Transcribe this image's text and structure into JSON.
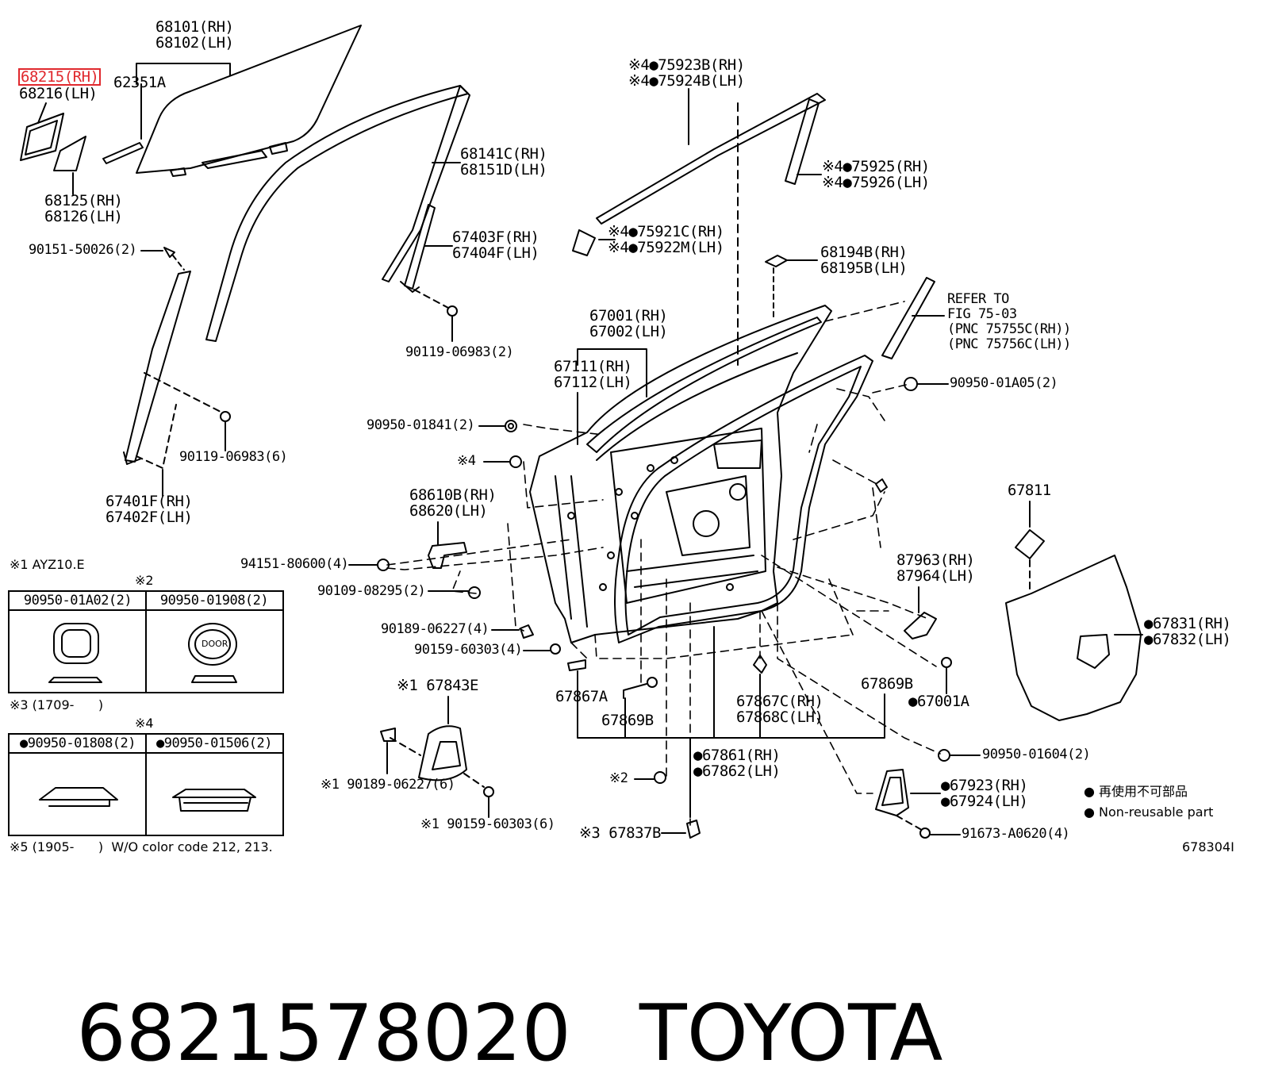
{
  "windowGlass": {
    "partRH": "68101(RH)",
    "partLH": "68102(LH)"
  },
  "partitionGlass": {
    "partRH": "68215(RH)",
    "partLH": "68216(LH)",
    "highlightColor": "#e0282d"
  },
  "parts": {
    "p62351A": "62351A",
    "p68125": "68125(RH)",
    "p68126": "68126(LH)",
    "p90151": "90151-50026(2)",
    "p68141": "68141C(RH)",
    "p68151": "68151D(LH)",
    "p67403": "67403F(RH)",
    "p67404": "67404F(LH)",
    "p90119a": "90119-06983(2)",
    "p90119b": "90119-06983(6)",
    "p67401": "67401F(RH)",
    "p67402": "67402F(LH)",
    "p75923": "※4●75923B(RH)",
    "p75924": "※4●75924B(LH)",
    "p75925": "※4●75925(RH)",
    "p75926": "※4●75926(LH)",
    "p75921": "※4●75921C(RH)",
    "p75922": "※4●75922M(LH)",
    "p68194": "68194B(RH)",
    "p68195": "68195B(LH)",
    "refer1": "REFER TO",
    "refer2": "FIG 75-03",
    "refer3": "(PNC 75755C(RH))",
    "refer4": "(PNC 75756C(LH))",
    "p67001": "67001(RH)",
    "p67002": "67002(LH)",
    "p67111": "67111(RH)",
    "p67112": "67112(LH)",
    "p90950a05": "90950-01A05(2)",
    "p90950841": "90950-01841(2)",
    "x4": "※4",
    "p68610": "68610B(RH)",
    "p68620": "68620(LH)",
    "p67811": "67811",
    "p94151": "94151-80600(4)",
    "p90109": "90109-08295(2)",
    "p87963": "87963(RH)",
    "p87964": "87964(LH)",
    "p67831": "●67831(RH)",
    "p67832": "●67832(LH)",
    "p90189": "90189-06227(4)",
    "p90159": "90159-60303(4)",
    "p67843": "※1 67843E",
    "p67867A": "67867A",
    "p67869Ba": "67869B",
    "p67869Bb": "67869B",
    "p67867C": "67867C(RH)",
    "p67868C": "67868C(LH)",
    "p67001A": "●67001A",
    "p67861": "●67861(RH)",
    "p67862": "●67862(LH)",
    "p90950604": "90950-01604(2)",
    "x2": "※2",
    "p90189b": "※1 90189-06227(6)",
    "p90159b": "※1 90159-60303(6)",
    "p67837": "※3 67837B",
    "p67923": "●67923(RH)",
    "p67924": "●67924(LH)",
    "p91673": "91673-A0620(4)"
  },
  "notes": {
    "n1": "※1 AYZ10.E",
    "n2": "※2",
    "n3": "※3 (1709-      )",
    "n4": "※4",
    "n5": "※5 (1905-      )  W/O color code 212, 213."
  },
  "table1": {
    "col1": "90950-01A02(2)",
    "col2": "90950-01908(2)",
    "doorText": "DOOR"
  },
  "table2": {
    "col1": "●90950-01808(2)",
    "col2": "●90950-01506(2)"
  },
  "legend": {
    "jp": "● 再使用不可部品",
    "en": "● Non-reusable part"
  },
  "figureId": "678304I",
  "footer": {
    "partNumber": "6821578020",
    "brand": "TOYOTA"
  }
}
